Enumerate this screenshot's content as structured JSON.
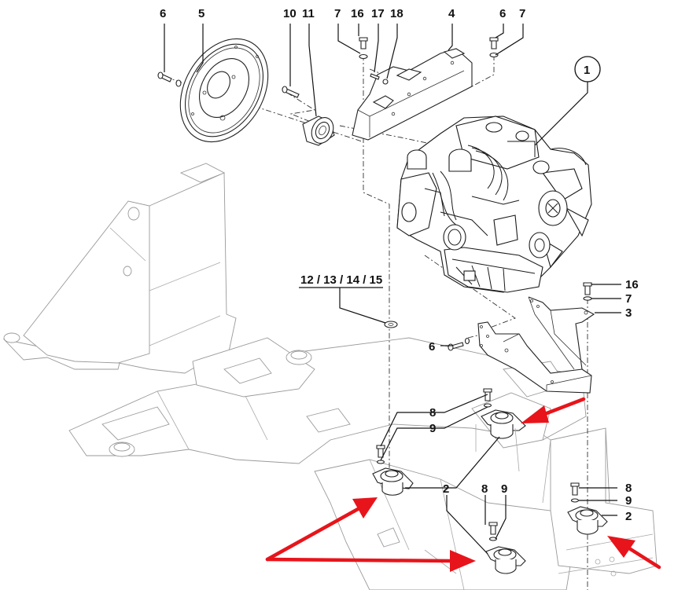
{
  "diagram": {
    "title": "Engine mounting exploded parts view",
    "callouts": {
      "c6_top_left": "6",
      "c5": "5",
      "c10": "10",
      "c11": "11",
      "c7_top": "7",
      "c16_top": "16",
      "c17": "17",
      "c18": "18",
      "c4": "4",
      "c6_top_right": "6",
      "c7_top_right": "7",
      "c1": "1",
      "c12_15": "12 / 13 / 14 / 15",
      "c16_right": "16",
      "c7_right": "7",
      "c3": "3",
      "c6_mid": "6",
      "c8_left": "8",
      "c9_left": "9",
      "c2_center": "2",
      "c8_bottom": "8",
      "c9_bottom": "9",
      "c8_right": "8",
      "c9_right": "9",
      "c2_right": "2"
    },
    "parts": [
      {
        "id": "1",
        "name": "engine"
      },
      {
        "id": "2",
        "name": "engine-mount-rubber"
      },
      {
        "id": "3",
        "name": "engine-support-bracket"
      },
      {
        "id": "4",
        "name": "cover-plate"
      },
      {
        "id": "5",
        "name": "flywheel-coupling-plate"
      },
      {
        "id": "6",
        "name": "bolt"
      },
      {
        "id": "7",
        "name": "washer"
      },
      {
        "id": "8",
        "name": "mount-bolt"
      },
      {
        "id": "9",
        "name": "mount-washer"
      },
      {
        "id": "10",
        "name": "hub-bolt"
      },
      {
        "id": "11",
        "name": "coupling-hub"
      },
      {
        "id": "12/13/14/15",
        "name": "shim-washers"
      },
      {
        "id": "16",
        "name": "bolt"
      },
      {
        "id": "17",
        "name": "bolt"
      },
      {
        "id": "18",
        "name": "washer"
      }
    ],
    "highlight_color": "#e8141b",
    "highlight_arrows": [
      "mount-rear-left",
      "mount-rear-right",
      "mount-front-left",
      "mount-front-right"
    ]
  }
}
